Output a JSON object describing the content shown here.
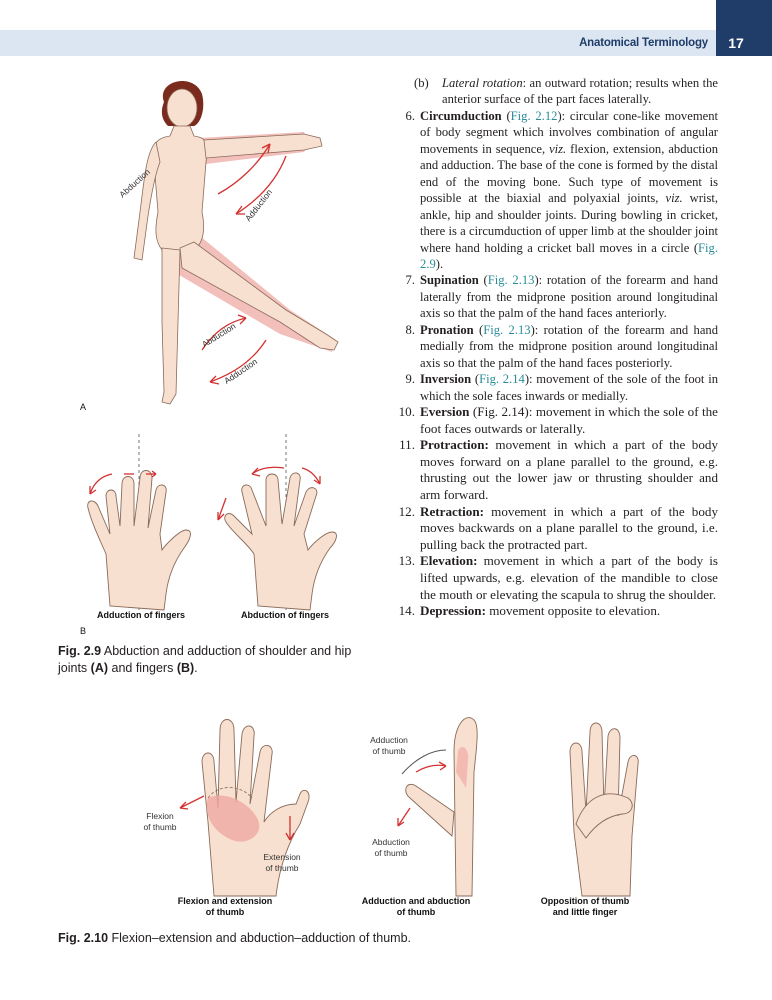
{
  "header": {
    "title": "Anatomical Terminology",
    "page_number": "17"
  },
  "list": [
    {
      "num": "(b)",
      "parts": [
        {
          "t": "Lateral rotation",
          "s": "i"
        },
        {
          "t": ": an outward rotation; results when the anterior surface of the part faces laterally."
        }
      ]
    },
    {
      "num": "6.",
      "parts": [
        {
          "t": "Circumduction",
          "s": "b"
        },
        {
          "t": " ("
        },
        {
          "t": "Fig. 2.12",
          "s": "link"
        },
        {
          "t": "): circular cone-like movement of body segment which involves combination of angular movements in sequence, "
        },
        {
          "t": "viz.",
          "s": "i"
        },
        {
          "t": " flexion, extension, abduction and adduction. The base of the cone is formed by the distal end of the moving bone. Such type of movement is possible at the biaxial and polyaxial joints, "
        },
        {
          "t": "viz.",
          "s": "i"
        },
        {
          "t": " wrist, ankle, hip and shoulder joints. During bowling in cricket, there is a circumduction of upper limb at the shoulder joint where hand holding a cricket ball moves in a circle ("
        },
        {
          "t": "Fig. 2.9",
          "s": "link"
        },
        {
          "t": ")."
        }
      ]
    },
    {
      "num": "7.",
      "parts": [
        {
          "t": "Supination",
          "s": "b"
        },
        {
          "t": " ("
        },
        {
          "t": "Fig. 2.13",
          "s": "link"
        },
        {
          "t": "): rotation of the forearm and hand laterally from the midprone position around longitudinal axis so that the palm of the hand faces anteriorly."
        }
      ]
    },
    {
      "num": "8.",
      "parts": [
        {
          "t": "Pronation",
          "s": "b"
        },
        {
          "t": " ("
        },
        {
          "t": "Fig. 2.13",
          "s": "link"
        },
        {
          "t": "): rotation of the forearm and hand medially from the midprone position around longitudinal axis so that the palm of the hand faces posteriorly."
        }
      ]
    },
    {
      "num": "9.",
      "parts": [
        {
          "t": "Inversion",
          "s": "b"
        },
        {
          "t": " ("
        },
        {
          "t": "Fig. 2.14",
          "s": "link"
        },
        {
          "t": "): movement of the sole of the foot in which the sole faces inwards or medially."
        }
      ]
    },
    {
      "num": "10.",
      "big": true,
      "parts": [
        {
          "t": "Eversion",
          "s": "b"
        },
        {
          "t": " (Fig. 2.14): movement in which the sole of the foot faces outwards or laterally."
        }
      ]
    },
    {
      "num": "11.",
      "big": true,
      "parts": [
        {
          "t": "Protraction:",
          "s": "b"
        },
        {
          "t": " movement in which a part of the body moves forward on a plane parallel to the ground, e.g. thrusting out the lower jaw or thrusting shoulder and arm forward."
        }
      ]
    },
    {
      "num": "12.",
      "big": true,
      "parts": [
        {
          "t": "Retraction:",
          "s": "b"
        },
        {
          "t": " movement in which a part of the body moves backwards on a plane parallel to the ground, i.e. pulling back the protracted part."
        }
      ]
    },
    {
      "num": "13.",
      "big": true,
      "parts": [
        {
          "t": "Elevation:",
          "s": "b"
        },
        {
          "t": " movement in which a part of the body is lifted upwards, e.g. elevation of the mandible to close the mouth or elevating the scapula to shrug the shoulder."
        }
      ]
    },
    {
      "num": "14.",
      "big": true,
      "parts": [
        {
          "t": "Depression:",
          "s": "b"
        },
        {
          "t": " movement opposite to elevation."
        }
      ]
    }
  ],
  "fig29": {
    "body_labels": {
      "abd_arm": "Abduction",
      "add_arm": "Adduction",
      "abd_leg": "Abduction",
      "add_leg": "Adduction"
    },
    "panel_a": "A",
    "panel_b": "B",
    "hand_left_label": "Adduction of fingers",
    "hand_right_label": "Abduction of fingers",
    "caption_id": "Fig. 2.9",
    "caption_text": " Abduction and adduction of shoulder and hip joints ",
    "caption_a": "(A)",
    "caption_and": " and fingers ",
    "caption_b": "(B)",
    "caption_end": "."
  },
  "fig210": {
    "annot_flexion": "Flexion\nof thumb",
    "annot_extension": "Extension\nof thumb",
    "annot_adduction": "Adduction\nof thumb",
    "annot_abduction": "Abduction\nof thumb",
    "label_1": "Flexion and extension\nof thumb",
    "label_2": "Adduction and abduction\nof thumb",
    "label_3": "Opposition of thumb\nand little finger",
    "caption_id": "Fig. 2.10",
    "caption_text": " Flexion–extension and abduction–adduction of thumb."
  },
  "colors": {
    "header_bg": "#dbe6f2",
    "header_text": "#1f3d68",
    "page_tab": "#1f3d68",
    "link": "#2a8c98",
    "skin": "#f7e0cf",
    "highlight": "#efa9a3",
    "arrow": "#d3312f"
  }
}
